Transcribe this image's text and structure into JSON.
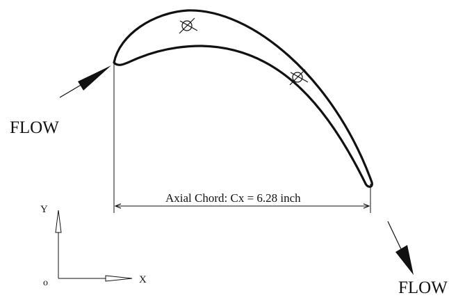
{
  "labels": {
    "flow_in": "FLOW",
    "flow_out": "FLOW",
    "axial_chord": "Axial Chord: Cx = 6.28 inch",
    "axis_y": "Y",
    "axis_x": "X",
    "origin": "o"
  },
  "colors": {
    "stroke": "#111111",
    "background": "#ffffff"
  }
}
